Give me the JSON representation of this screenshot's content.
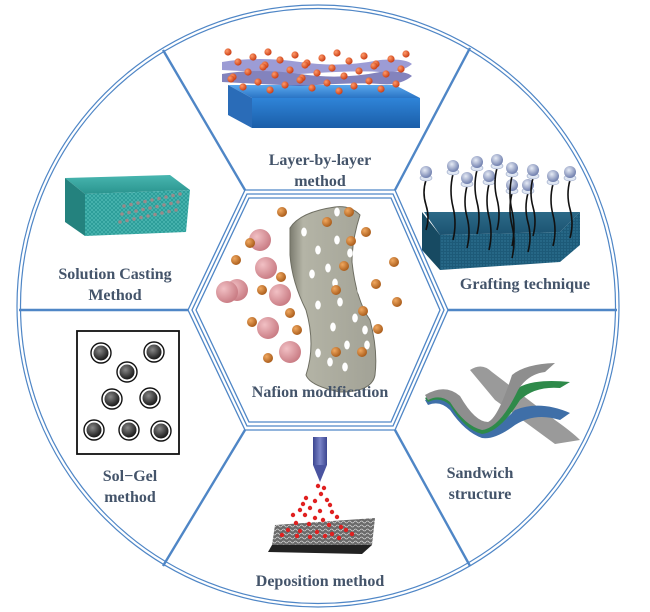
{
  "diagram": {
    "title": "Nafion modification",
    "colors": {
      "frame_line": "#4f86c6",
      "label_text": "#44546a",
      "nafion_membrane": "#a8a89a",
      "large_particle": "#d8949a",
      "small_particle": "#c8752a",
      "pore": "#ffffff",
      "lbl_substrate": "#2f7fd0",
      "lbl_sphere": "#e25a2a",
      "casting_block": "#2e9e9a",
      "grafting_block": "#1d5a78",
      "grafting_head": "#8fa0c4",
      "solgel_particle": "#333333",
      "sandwich_green": "#2e8a4a",
      "sandwich_blue": "#3f6fa8",
      "sandwich_gray": "#8a8a8a",
      "deposition_nozzle": "#5a64a8",
      "deposition_drop": "#e02020",
      "deposition_mesh": "#555555"
    },
    "center": {
      "label": "Nafion modification"
    },
    "segments": [
      {
        "id": "layer-by-layer",
        "lines": [
          "Layer-by-layer",
          "method"
        ],
        "position": "top"
      },
      {
        "id": "grafting",
        "lines": [
          "Grafting technique"
        ],
        "position": "upper-right"
      },
      {
        "id": "sandwich",
        "lines": [
          "Sandwich",
          "structure"
        ],
        "position": "lower-right"
      },
      {
        "id": "deposition",
        "lines": [
          "Deposition method"
        ],
        "position": "bottom"
      },
      {
        "id": "sol-gel",
        "lines": [
          "Sol−Gel",
          "method"
        ],
        "position": "lower-left"
      },
      {
        "id": "solution-casting",
        "lines": [
          "Solution Casting",
          "Method"
        ],
        "position": "upper-left"
      }
    ]
  }
}
